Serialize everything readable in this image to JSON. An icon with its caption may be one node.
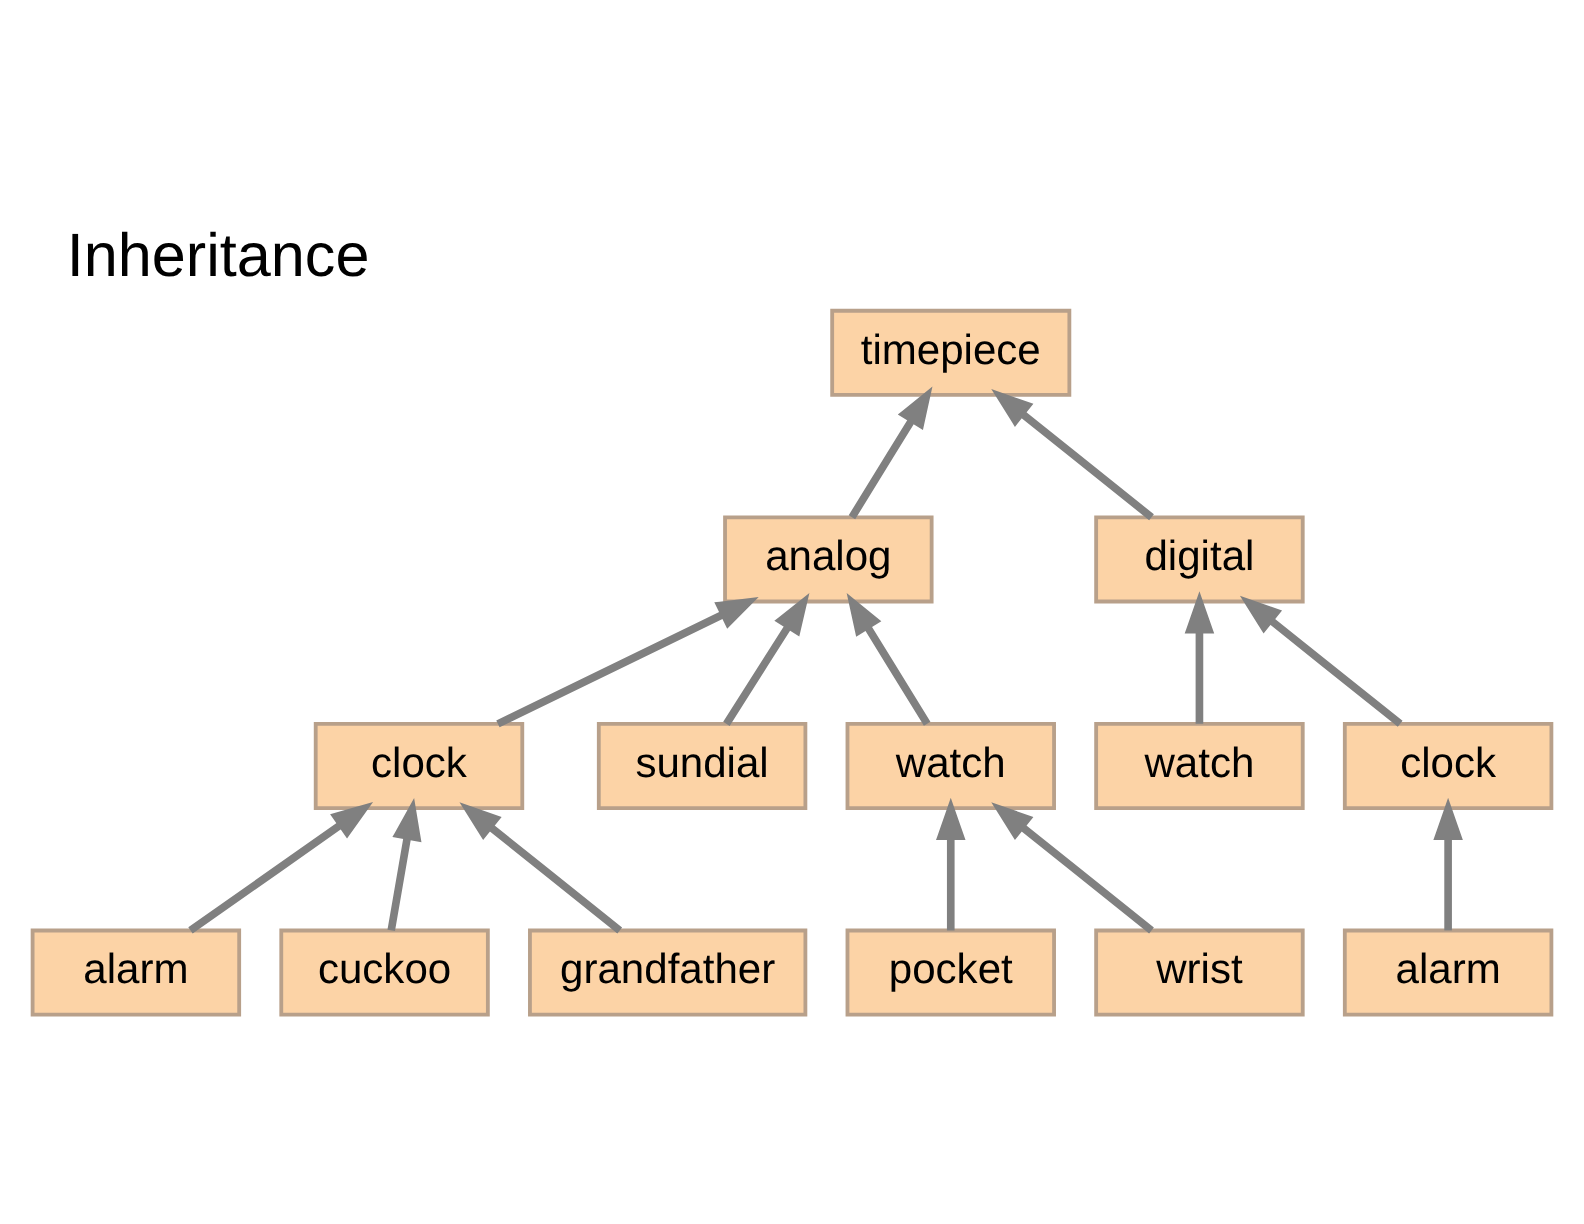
{
  "diagram": {
    "title": "Inheritance",
    "nodes": [
      {
        "text": [
          "timepiece"
        ]
      },
      {
        "text": [
          "analog"
        ]
      },
      {
        "text": [
          "digital"
        ]
      },
      {
        "text": [
          "clock"
        ]
      },
      {
        "text": [
          "sundial"
        ]
      },
      {
        "text": [
          "watch"
        ]
      },
      {
        "text": [
          "watch"
        ]
      },
      {
        "text": [
          "clock"
        ]
      },
      {
        "text": [
          "alarm"
        ]
      },
      {
        "text": [
          "cuckoo"
        ]
      },
      {
        "text": [
          "grandfather"
        ]
      },
      {
        "text": [
          "pocket"
        ]
      },
      {
        "text": [
          "wrist"
        ]
      },
      {
        "text": [
          "alarm"
        ]
      }
    ],
    "edges": [
      {
        "from": 1,
        "to": 0,
        "arrow": "to"
      },
      {
        "from": 2,
        "to": 0,
        "arrow": "to"
      },
      {
        "from": 3,
        "to": 1,
        "arrow": "to"
      },
      {
        "from": 4,
        "to": 1,
        "arrow": "to"
      },
      {
        "from": 5,
        "to": 1,
        "arrow": "to"
      },
      {
        "from": 6,
        "to": 2,
        "arrow": "to"
      },
      {
        "from": 7,
        "to": 2,
        "arrow": "to"
      },
      {
        "from": 8,
        "to": 3,
        "arrow": "to"
      },
      {
        "from": 9,
        "to": 3,
        "arrow": "to"
      },
      {
        "from": 10,
        "to": 3,
        "arrow": "to"
      },
      {
        "from": 11,
        "to": 5,
        "arrow": "to"
      },
      {
        "from": 12,
        "to": 5,
        "arrow": "to"
      },
      {
        "from": 13,
        "to": 7,
        "arrow": "to"
      }
    ]
  }
}
